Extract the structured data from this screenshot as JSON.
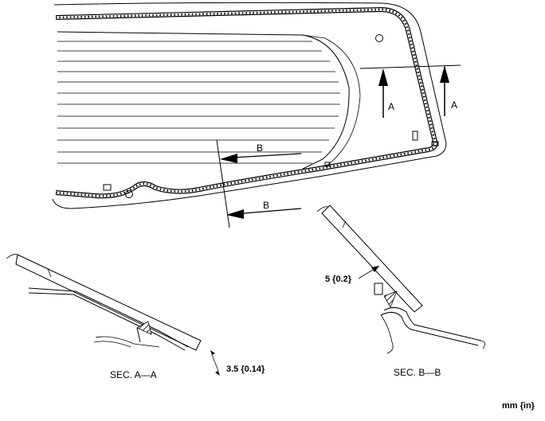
{
  "labels": {
    "section_a_mark": "A",
    "section_b_mark": "B",
    "section_a_caption": "SEC. A—A",
    "section_b_caption": "SEC. B—B",
    "dim_a": "3.5 {0.14}",
    "dim_b": "5 {0.2}",
    "units": "mm {in}"
  }
}
